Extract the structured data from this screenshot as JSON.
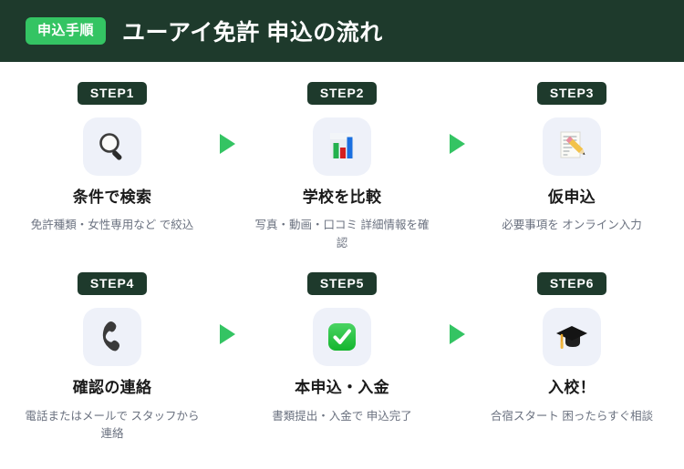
{
  "header": {
    "badge_label": "申込手順",
    "title": "ユーアイ免許 申込の流れ",
    "bg_color": "#1e3a2c",
    "badge_color": "#34c463"
  },
  "colors": {
    "page_bg": "#ffffff",
    "accent_green": "#34c463",
    "dark_green": "#1e3a2c",
    "icon_tile_bg": "#eef1f9",
    "title_text": "#1a1a1a",
    "desc_text": "#6b7280"
  },
  "arrow": {
    "icon": "play-triangle-right",
    "color": "#34c463"
  },
  "steps": [
    {
      "badge": "STEP1",
      "icon": "magnifying-glass-icon",
      "title": "条件で検索",
      "desc": "免許種類・女性専用など で絞込"
    },
    {
      "badge": "STEP2",
      "icon": "bar-chart-icon",
      "title": "学校を比較",
      "desc": "写真・動画・口コミ 詳細情報を確認"
    },
    {
      "badge": "STEP3",
      "icon": "memo-pencil-icon",
      "title": "仮申込",
      "desc": "必要事項を オンライン入力"
    },
    {
      "badge": "STEP4",
      "icon": "telephone-receiver-icon",
      "title": "確認の連絡",
      "desc": "電話またはメールで スタッフから連絡"
    },
    {
      "badge": "STEP5",
      "icon": "green-check-box-icon",
      "title": "本申込・入金",
      "desc": "書類提出・入金で 申込完了"
    },
    {
      "badge": "STEP6",
      "icon": "graduation-cap-icon",
      "title": "入校！",
      "desc": "合宿スタート 困ったらすぐ相談"
    }
  ]
}
